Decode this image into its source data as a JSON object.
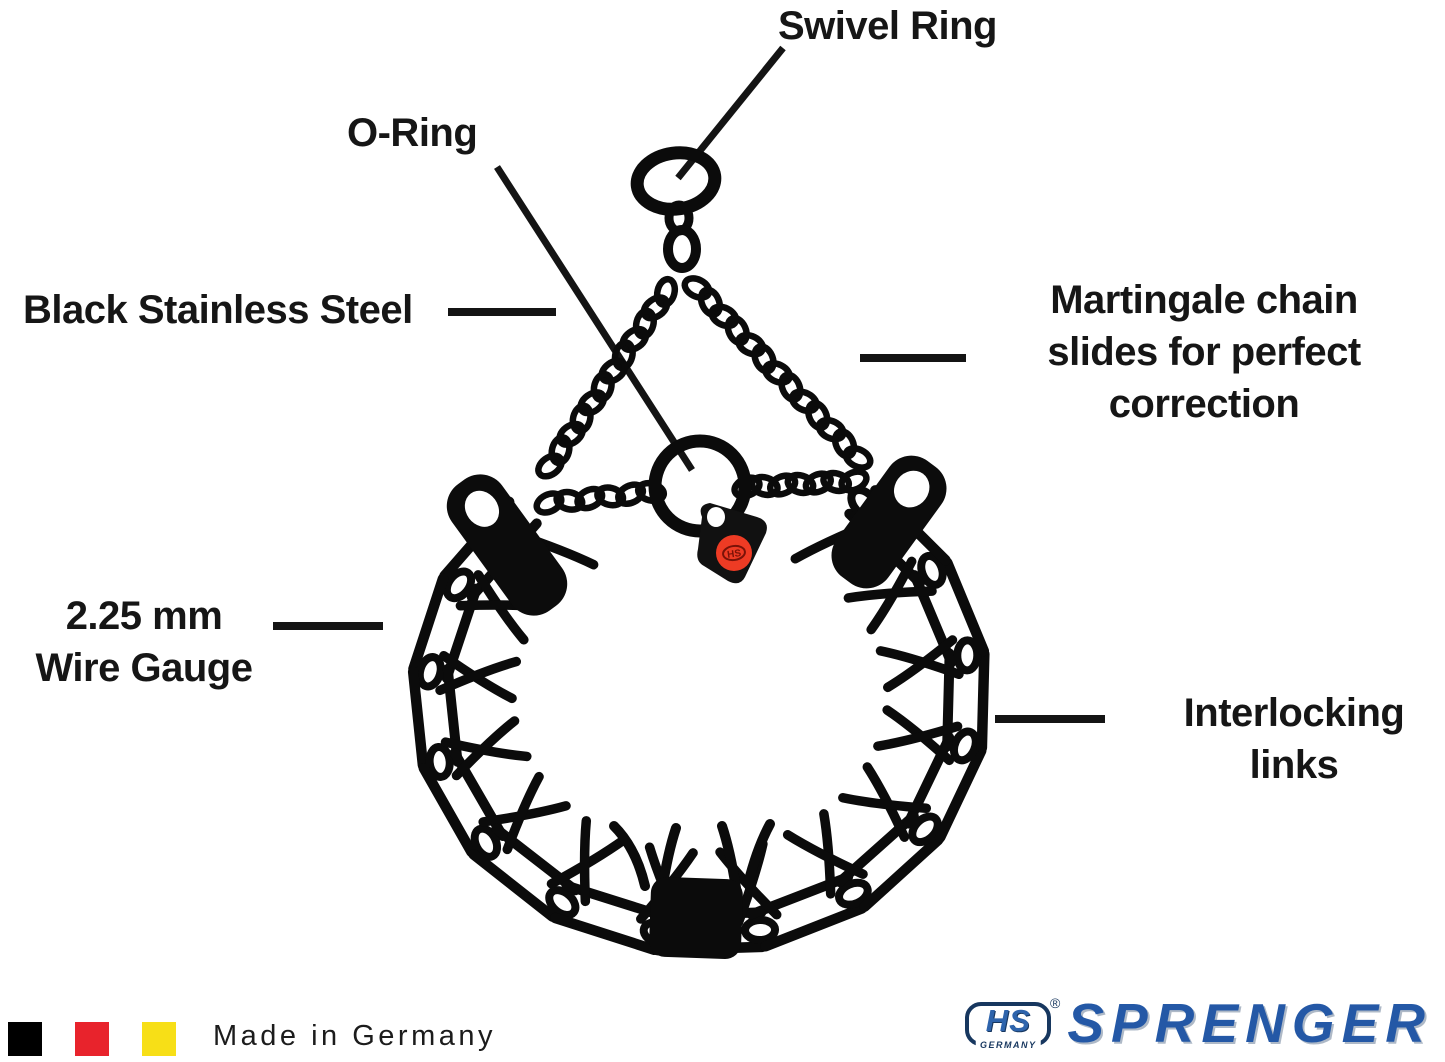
{
  "labels": {
    "swivel_ring": "Swivel Ring",
    "o_ring": "O-Ring",
    "black_stainless_steel": "Black Stainless Steel",
    "martingale": [
      "Martingale chain",
      "slides for perfect",
      "correction"
    ],
    "wire_gauge": [
      "2.25 mm",
      "Wire Gauge"
    ],
    "interlocking": [
      "Interlocking",
      "links"
    ]
  },
  "collar": {
    "tag_logo": "HS",
    "metal_color": "#0b0b0b",
    "tag_red": "#ee3b24"
  },
  "footer": {
    "made_in": "Made in Germany",
    "flag_colors": [
      "#000000",
      "#e8232c",
      "#f7df17"
    ],
    "brand": {
      "abbr": "HS",
      "country": "GERMANY",
      "registered": "®",
      "name": "SPRENGER",
      "blue": "#2458a6"
    }
  }
}
